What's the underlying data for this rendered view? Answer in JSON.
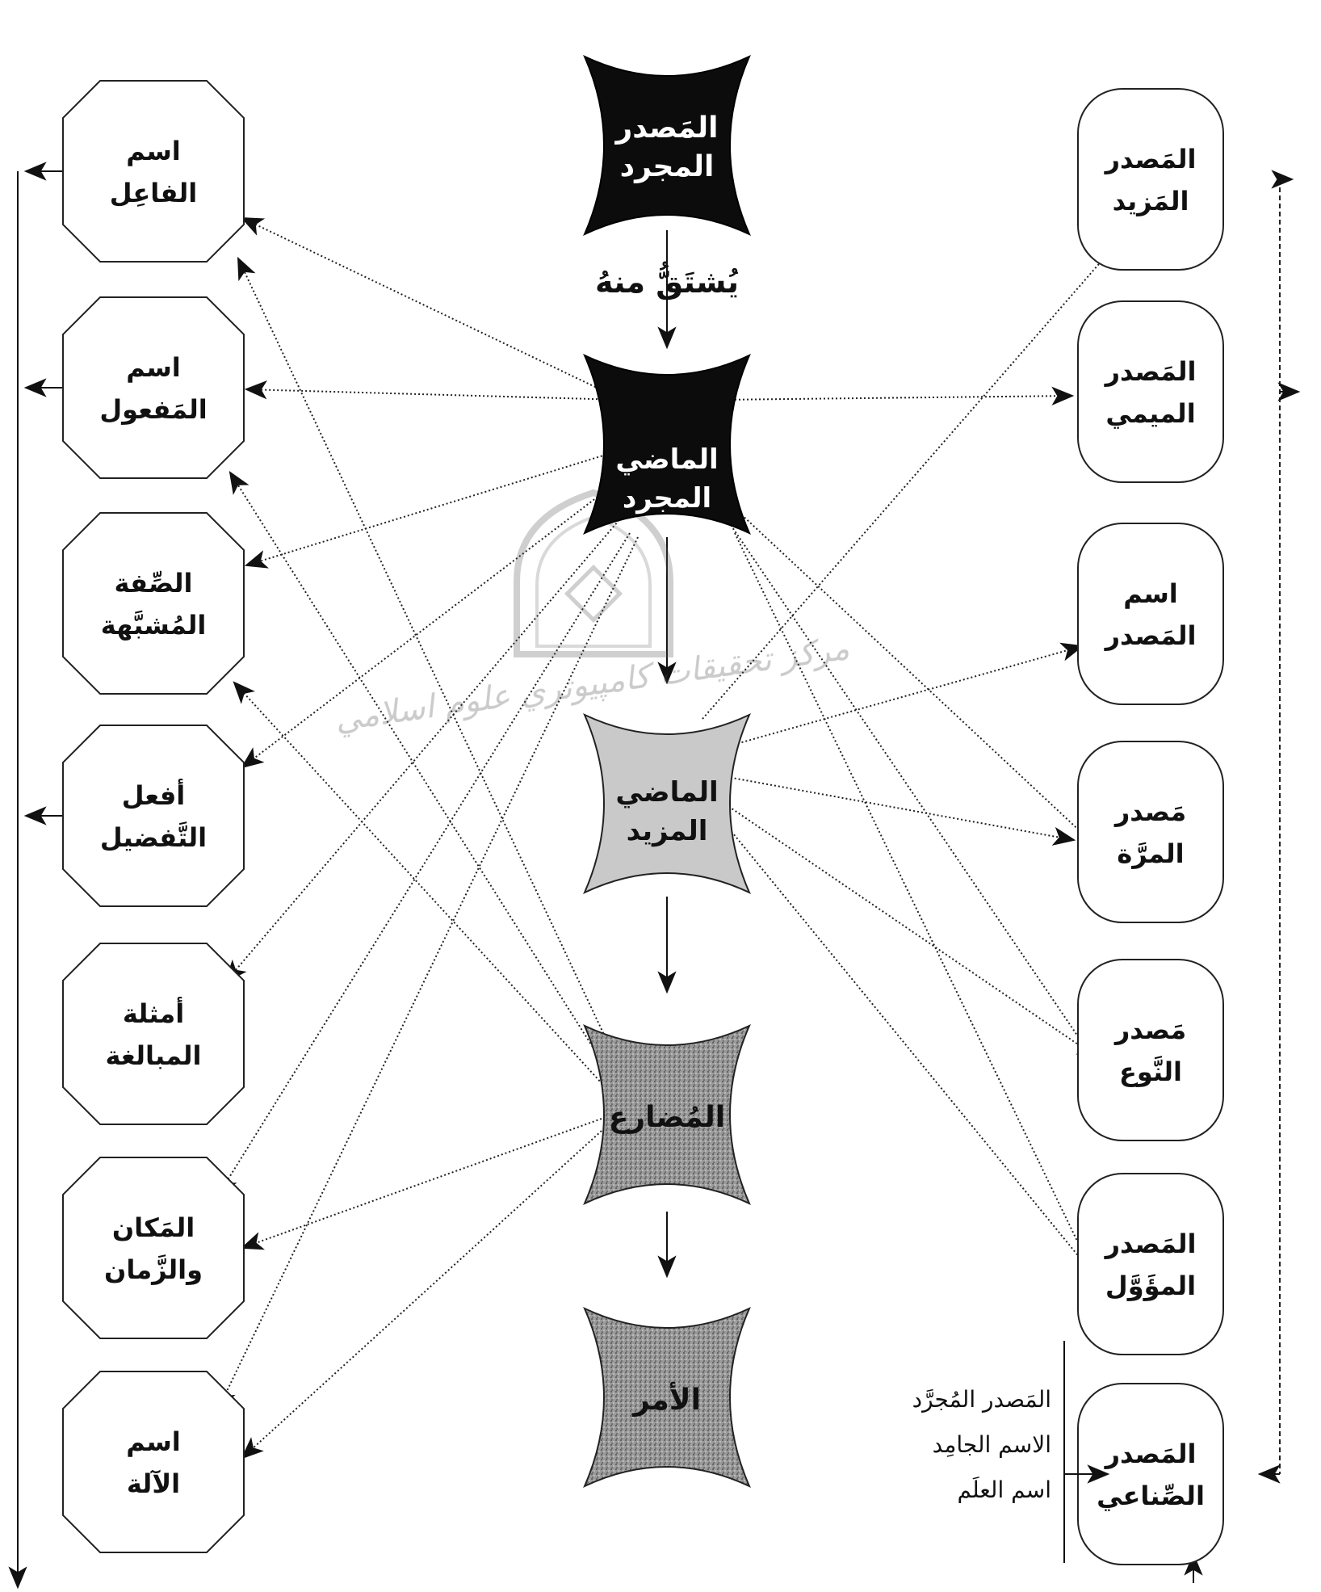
{
  "center": {
    "masdar_mujarrad": [
      "المَصدر",
      "المجرد"
    ],
    "derive_label": "يُشتَقُّ  منهُ",
    "madi_mujarrad": [
      "الماضي",
      "المجرد"
    ],
    "madi_mazid": [
      "الماضي",
      "المزيد"
    ],
    "mudari": [
      "المُضارع"
    ],
    "amr": [
      "الأمر"
    ]
  },
  "left": [
    [
      "اسم",
      "الفاعِل"
    ],
    [
      "اسم",
      "المَفعول"
    ],
    [
      "الصِّفة",
      "المُشبَّهة"
    ],
    [
      "أفعل",
      "التَّفضيل"
    ],
    [
      "أمثلة",
      "المبالغة"
    ],
    [
      "المَكان",
      "والزَّمان"
    ],
    [
      "اسم",
      "الآلة"
    ]
  ],
  "right": [
    [
      "المَصدر",
      "المَزيد"
    ],
    [
      "المَصدر",
      "الميمي"
    ],
    [
      "اسم",
      "المَصدر"
    ],
    [
      "مَصدر",
      "المرَّة"
    ],
    [
      "مَصدر",
      "النَّوع"
    ],
    [
      "المَصدر",
      "المؤَوَّل"
    ],
    [
      "المَصدر",
      "الصِّناعي"
    ]
  ],
  "sinai_sources": [
    "المَصدر المُجرَّد",
    "الاسم الجامِد",
    "اسم العلَم"
  ],
  "watermark_text": "مركز تحقيقات كامپيوتري علوم اسلامي"
}
